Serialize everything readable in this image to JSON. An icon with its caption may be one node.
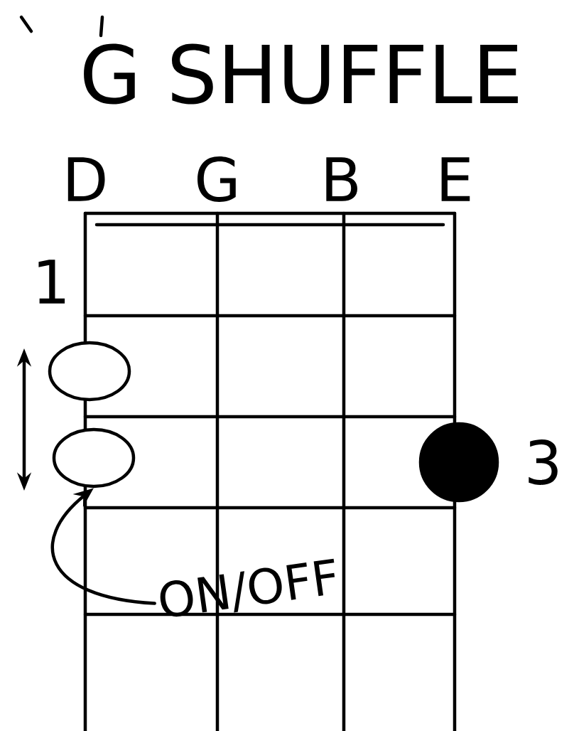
{
  "diagram": {
    "title": "G SHUFFLE",
    "nodes": [
      {
        "text": [],
        "shape": "circle"
      },
      {
        "text": [],
        "shape": "circle"
      },
      {
        "text": [],
        "shape": "circle",
        "beside": [
          "3"
        ]
      },
      {
        "text": [
          "ON/OFF"
        ]
      }
    ],
    "edges": [
      {
        "from": 3,
        "to": 1,
        "arrow": "to"
      }
    ],
    "labels": [
      "D",
      "G",
      "B",
      "E",
      "1"
    ]
  }
}
